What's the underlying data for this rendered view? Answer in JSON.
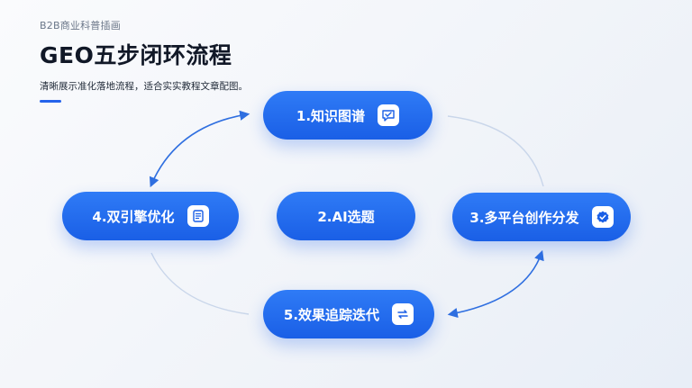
{
  "header": {
    "eyebrow": "B2B商业科普插画",
    "title": "GEO五步闭环流程",
    "subtitle": "清晰展示准化落地流程，适合实实教程文章配图。"
  },
  "nodes": [
    {
      "label": "1.知识图谱",
      "icon": "chat-check-icon"
    },
    {
      "label": "2.AI选题",
      "icon": ""
    },
    {
      "label": "3.多平台创作分发",
      "icon": "badge-check-icon"
    },
    {
      "label": "4.双引擎优化",
      "icon": "document-icon"
    },
    {
      "label": "5.效果追踪迭代",
      "icon": "flow-arrows-icon"
    }
  ],
  "colors": {
    "node_top": "#2f7bf6",
    "node_bottom": "#1a5fe6",
    "arrow": "#2f6fe0",
    "faint_line": "#c9d6ea",
    "title": "#111827"
  }
}
